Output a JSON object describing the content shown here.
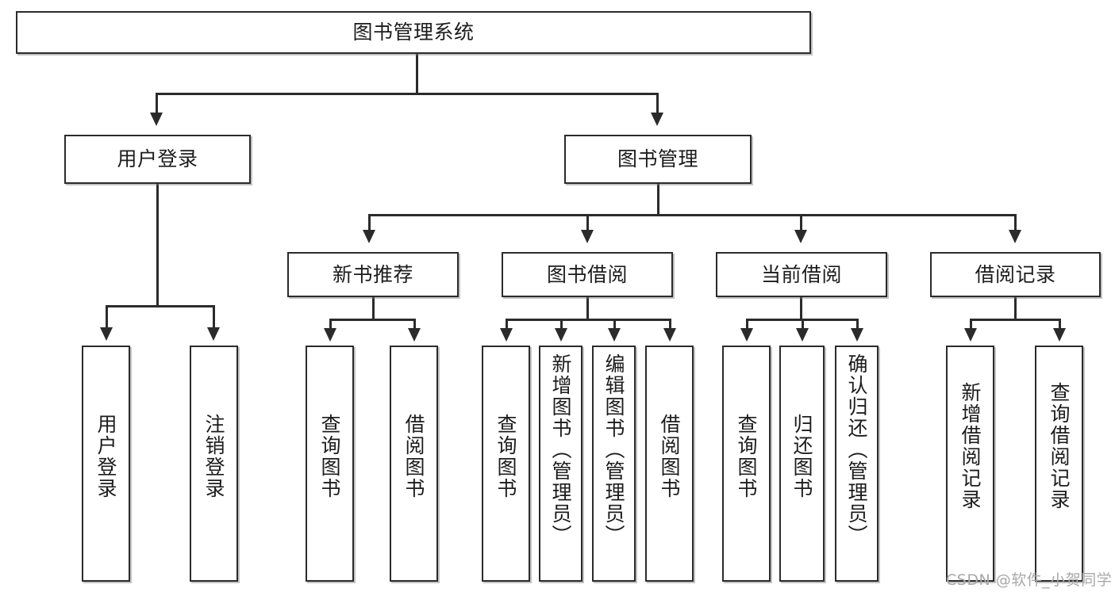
{
  "diagram": {
    "type": "hierarchy-tree",
    "title": "图书管理系统",
    "watermark": "CSDN @软件_小贺同学",
    "colors": {
      "stroke": "#2b2b2b",
      "fill": "#ffffff",
      "text": "#1c1c1c",
      "watermark": "#a9a9a9"
    },
    "nodes": {
      "root": {
        "label": "图书管理系统",
        "level": 0,
        "orientation": "horizontal"
      },
      "l1": [
        {
          "id": "user-login",
          "label": "用户登录",
          "level": 1,
          "orientation": "horizontal"
        },
        {
          "id": "book-manage",
          "label": "图书管理",
          "level": 1,
          "orientation": "horizontal"
        }
      ],
      "l2": [
        {
          "id": "new-book-rec",
          "label": "新书推荐",
          "level": 2,
          "orientation": "horizontal",
          "parent": "book-manage"
        },
        {
          "id": "book-borrow",
          "label": "图书借阅",
          "level": 2,
          "orientation": "horizontal",
          "parent": "book-manage"
        },
        {
          "id": "current-borrow",
          "label": "当前借阅",
          "level": 2,
          "orientation": "horizontal",
          "parent": "book-manage"
        },
        {
          "id": "borrow-record",
          "label": "借阅记录",
          "level": 2,
          "orientation": "horizontal",
          "parent": "book-manage"
        }
      ],
      "leaves": [
        {
          "id": "leaf-user-login",
          "label": "用户登录",
          "parent": "user-login",
          "orientation": "vertical"
        },
        {
          "id": "leaf-user-logout",
          "label": "注销登录",
          "parent": "user-login",
          "orientation": "vertical"
        },
        {
          "id": "leaf-query-book-1",
          "label": "查询图书",
          "parent": "new-book-rec",
          "orientation": "vertical"
        },
        {
          "id": "leaf-borrow-book-1",
          "label": "借阅图书",
          "parent": "new-book-rec",
          "orientation": "vertical"
        },
        {
          "id": "leaf-query-book-2",
          "label": "查询图书",
          "parent": "book-borrow",
          "orientation": "vertical"
        },
        {
          "id": "leaf-add-book",
          "label": "新增图书（管理员）",
          "parent": "book-borrow",
          "orientation": "vertical"
        },
        {
          "id": "leaf-edit-book",
          "label": "编辑图书（管理员）",
          "parent": "book-borrow",
          "orientation": "vertical"
        },
        {
          "id": "leaf-borrow-book-2",
          "label": "借阅图书",
          "parent": "book-borrow",
          "orientation": "vertical"
        },
        {
          "id": "leaf-query-book-3",
          "label": "查询图书",
          "parent": "current-borrow",
          "orientation": "vertical"
        },
        {
          "id": "leaf-return-book",
          "label": "归还图书",
          "parent": "current-borrow",
          "orientation": "vertical"
        },
        {
          "id": "leaf-confirm-return",
          "label": "确认归还（管理员）",
          "parent": "current-borrow",
          "orientation": "vertical"
        },
        {
          "id": "leaf-add-record",
          "label": "新增借阅记录",
          "parent": "borrow-record",
          "orientation": "vertical"
        },
        {
          "id": "leaf-query-record",
          "label": "查询借阅记录",
          "parent": "borrow-record",
          "orientation": "vertical"
        }
      ]
    }
  }
}
